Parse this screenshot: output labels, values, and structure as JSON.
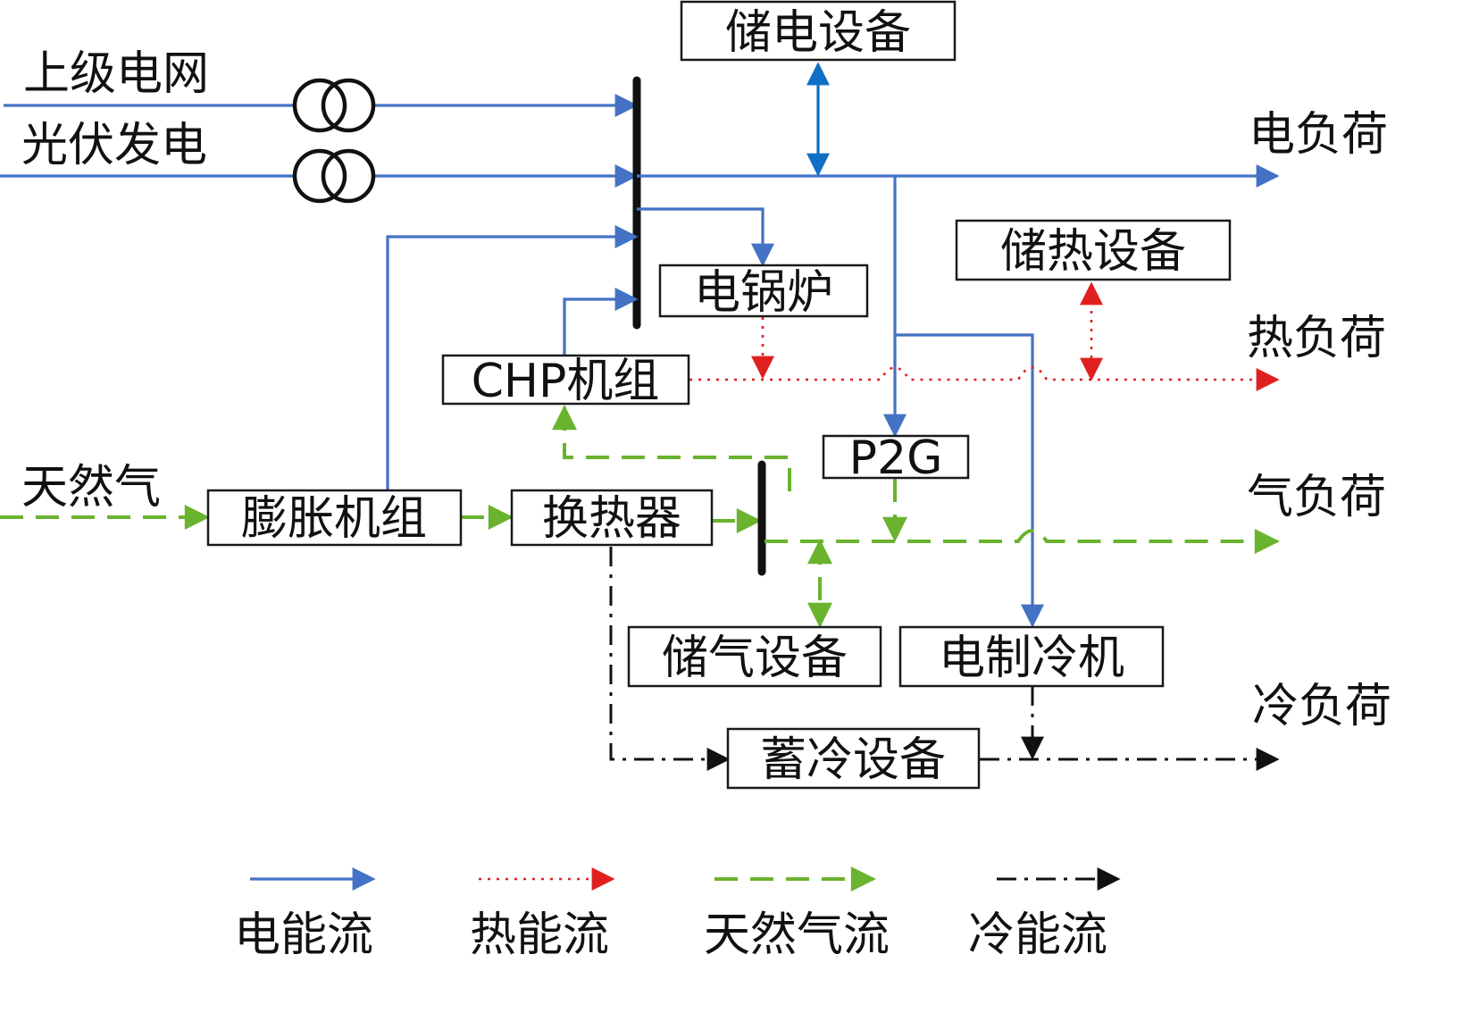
{
  "colors": {
    "electric": "#4472c4",
    "electric_storage": "#0f6fc6",
    "heat": "#e02020",
    "gas": "#6ab32e",
    "cold": "#111111"
  },
  "sources": {
    "grid": "上级电网",
    "pv": "光伏发电",
    "gas": "天然气"
  },
  "loads": {
    "electric": "电负荷",
    "heat": "热负荷",
    "gas": "气负荷",
    "cold": "冷负荷"
  },
  "devices": {
    "electric_storage": "储电设备",
    "heat_storage": "储热设备",
    "electric_boiler": "电锅炉",
    "chp": "CHP机组",
    "p2g": "P2G",
    "expander": "膨胀机组",
    "heat_exchanger": "换热器",
    "gas_storage": "储气设备",
    "electric_chiller": "电制冷机",
    "cold_storage": "蓄冷设备"
  },
  "legend": {
    "electric": "电能流",
    "heat": "热能流",
    "gas": "天然气流",
    "cold": "冷能流"
  }
}
